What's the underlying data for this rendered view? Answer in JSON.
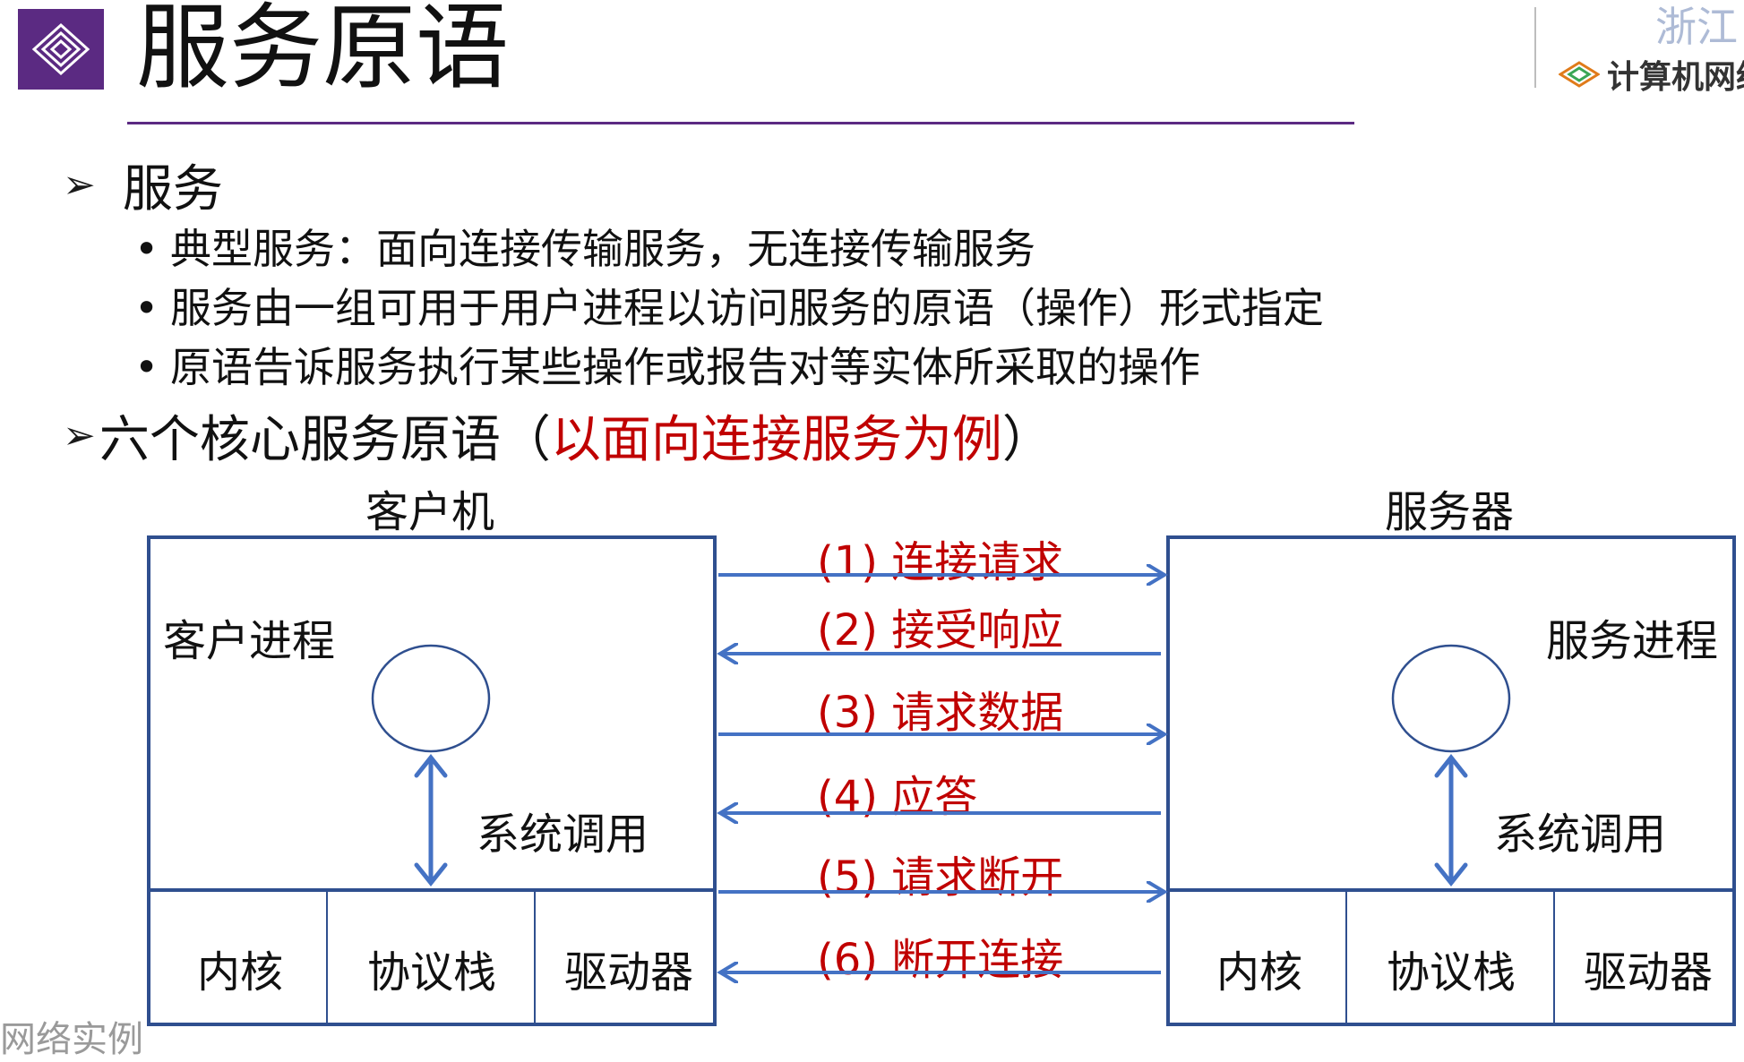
{
  "slide": {
    "title": "服务原语",
    "watermark": "浙江",
    "brand": "计算机网络",
    "footer": "网络实例"
  },
  "section1": {
    "heading": "服务",
    "bullets": [
      "典型服务：面向连接传输服务，无连接传输服务",
      "服务由一组可用于用户进程以访问服务的原语（操作）形式指定",
      "原语告诉服务执行某些操作或报告对等实体所采取的操作"
    ]
  },
  "section2": {
    "heading_black": "六个核心服务原语（",
    "heading_red": "以面向连接服务为例",
    "heading_close": "）"
  },
  "diagram": {
    "client": {
      "title": "客户机",
      "process": "客户进程",
      "syscall": "系统调用",
      "layers": [
        "内核",
        "协议栈",
        "驱动器"
      ]
    },
    "server": {
      "title": "服务器",
      "process": "服务进程",
      "syscall": "系统调用",
      "layers": [
        "内核",
        "协议栈",
        "驱动器"
      ]
    },
    "messages": [
      {
        "label": "(1)  连接请求",
        "direction": "to-server"
      },
      {
        "label": "(2)  接受响应",
        "direction": "to-client"
      },
      {
        "label": "(3)  请求数据",
        "direction": "to-server"
      },
      {
        "label": "(4)  应答",
        "direction": "to-client"
      },
      {
        "label": "(5)  请求断开",
        "direction": "to-server"
      },
      {
        "label": "(6)  断开连接",
        "direction": "to-client"
      }
    ]
  },
  "colors": {
    "accent": "#5b2a82",
    "diagram_line": "#2f4f8f",
    "arrow": "#4472c4",
    "highlight": "#c00000"
  }
}
